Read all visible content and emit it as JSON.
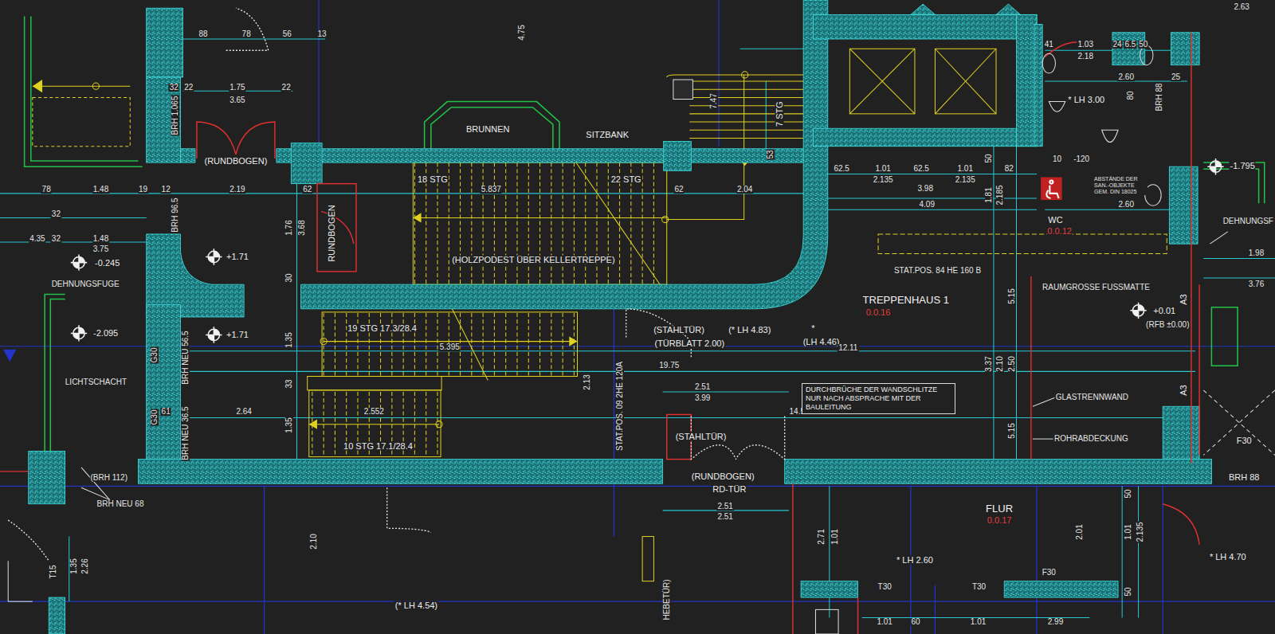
{
  "diagram": {
    "nodes": [
      {
        "text": [
          "DURCHBRÜCHE DER WANDSCHLITZE NUR NACH ABSPRACHE MIT DER BAULEITUNG"
        ]
      }
    ],
    "labels": [
      "88",
      "78",
      "56",
      "13",
      "32",
      "22",
      "1.75",
      "22",
      "3.65",
      "BRH 1.065",
      "(RUNDBOGEN)",
      "78",
      "1.48",
      "19",
      "12",
      "2.19",
      "62",
      "BRH 96.5",
      "32",
      "4.35",
      "32",
      "1.48",
      "3.75",
      "-0.245",
      "+1.71",
      "DEHNUNGSFUGE",
      "RUNDBOGEN",
      "1.76",
      "3.68",
      "30",
      "-2.095",
      "+1.71",
      "G30",
      "BRH NEU 56.5",
      "LICHTSCHACHT",
      "1.35",
      "33",
      "1.35",
      "G30",
      "61",
      "2.64",
      "BRH NEU 36.5",
      "19 STG 17.3/28.4",
      "5.395",
      "2.552",
      "10 STG 17.1/28.4",
      "2.13",
      "BRUNNEN",
      "SITZBANK",
      "18 STG",
      "5.837",
      "22 STG",
      "(HOLZPODEST ÜBER KELLERTREPPE)",
      "4.75",
      "7.47",
      "7 STG",
      "53",
      "62",
      "2.04",
      "(STAHLTÜR)",
      "(TÜRBLATT 2.00)",
      "(* LH 4.83)",
      "*",
      "(LH 4.46)",
      "12.11",
      "19.75",
      "STAT.POS. 09 2HE 120A",
      "2.51",
      "3.99",
      "14.56",
      "(STAHLTÜR)",
      "(RUNDBOGEN)",
      "RD-TÜR",
      "2.51",
      "2.51",
      "TREPPENHAUS 1",
      "0.0.16",
      "STAT.POS. 84 HE 160 B",
      "RAUMGROSSE FUSSMATTE",
      "GLASTRENNWAND",
      "ROHRABDECKUNG",
      "+0.01",
      "(RFB ±0.00)",
      "2.63",
      "41",
      "1.03",
      "24",
      "6.5",
      "50",
      "2.18",
      "2.60",
      "25",
      "* LH 3.00",
      "80",
      "BRH 88",
      "62.5",
      "1.01",
      "62.5",
      "1.01",
      "82",
      "2.135",
      "2.135",
      "3.98",
      "4.09",
      "10",
      "-120",
      "ABSTÄNDE DER SAN.-OBJEKTE GEM. DIN 18025",
      "2.60",
      "WC",
      "0.0.12",
      "-1.795",
      "DEHNUNGSF",
      "1.98",
      "3.76",
      "A3",
      "A3",
      "F30",
      "BRH 88",
      "5.15",
      "3.37",
      "2.10",
      "2.50",
      "5.15",
      "FLUR",
      "0.0.17",
      "* LH 2.60",
      "* LH 4.70",
      "(* LH 4.54)",
      "(BRH 112)",
      "BRH NEU 68",
      "T15",
      "1.35",
      "2.26",
      "2.10",
      "HEBETÜR)",
      "2.71",
      "1.01",
      "T30",
      "T30",
      "F30",
      "2.01",
      "50",
      "1.01",
      "2.135",
      "50",
      "1.01",
      "60",
      "1.01",
      "2.99",
      "2.185",
      "1.81",
      "50"
    ]
  }
}
